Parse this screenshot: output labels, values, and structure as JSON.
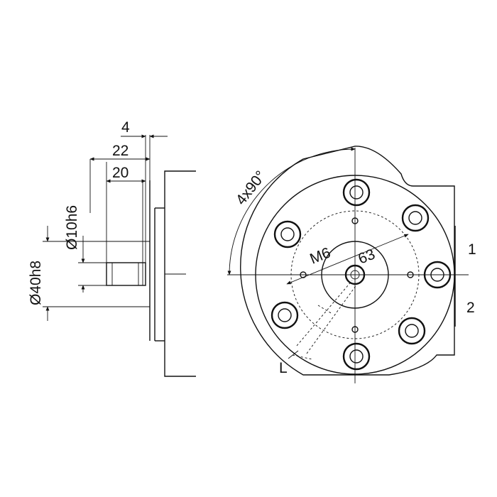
{
  "labels": {
    "dim_4": "4",
    "dim_22": "22",
    "dim_20": "20",
    "dim_shaft": "Ø10h6",
    "dim_pilot": "Ø40h8",
    "dim_angle": "4x90°",
    "dim_thread": "M6",
    "dim_pcd": "63",
    "port_1": "1",
    "port_2": "2",
    "drain_L": "L"
  },
  "colors": {
    "ink": "#111111",
    "paper": "#ffffff"
  }
}
